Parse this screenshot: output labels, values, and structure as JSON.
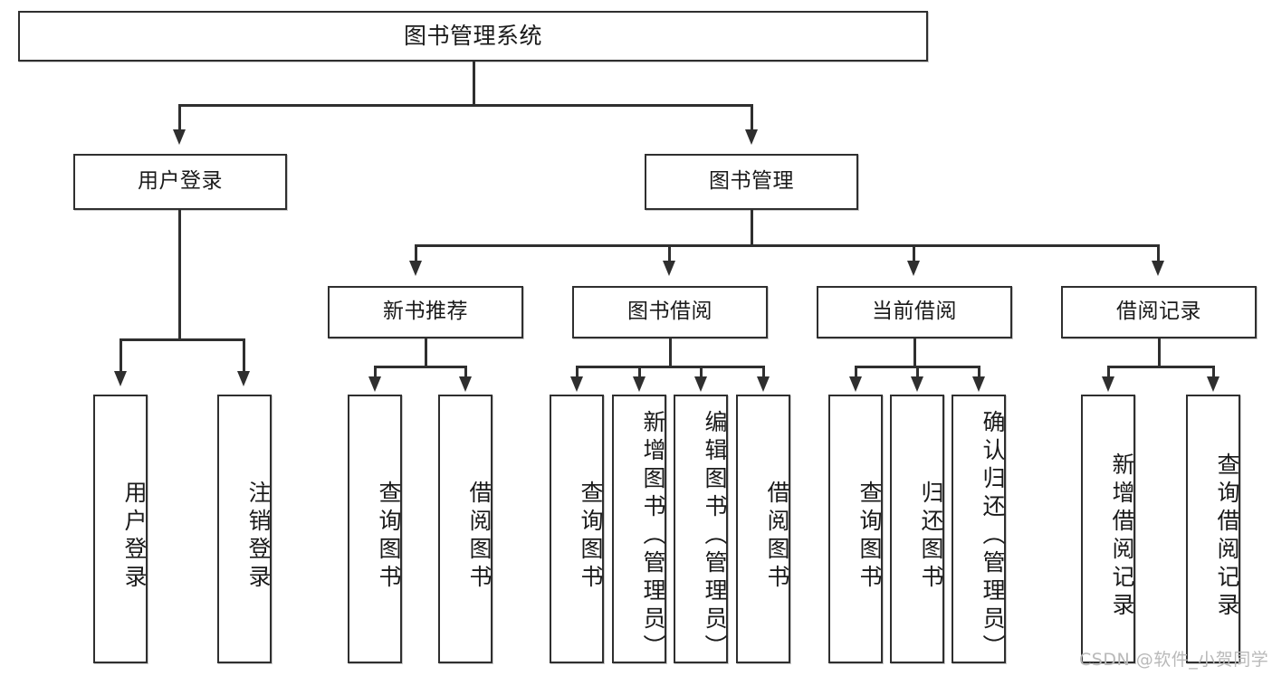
{
  "diagram": {
    "title": "图书管理系统",
    "watermark": "CSDN @软件_小贺同学",
    "root": {
      "label": "图书管理系统"
    },
    "level2": [
      {
        "label": "用户登录"
      },
      {
        "label": "图书管理"
      }
    ],
    "level3": [
      {
        "label": "新书推荐"
      },
      {
        "label": "图书借阅"
      },
      {
        "label": "当前借阅"
      },
      {
        "label": "借阅记录"
      }
    ],
    "leaves": {
      "user_login": [
        {
          "label": "用户登录"
        },
        {
          "label": "注销登录"
        }
      ],
      "new_book": [
        {
          "label": "查询图书"
        },
        {
          "label": "借阅图书"
        }
      ],
      "book_borrow": [
        {
          "label": "查询图书"
        },
        {
          "label": "新增图书（管理员）"
        },
        {
          "label": "编辑图书（管理员）"
        },
        {
          "label": "借阅图书"
        }
      ],
      "current_borrow": [
        {
          "label": "查询图书"
        },
        {
          "label": "归还图书"
        },
        {
          "label": "确认归还（管理员）"
        }
      ],
      "borrow_record": [
        {
          "label": "新增借阅记录"
        },
        {
          "label": "查询借阅记录"
        }
      ]
    },
    "colors": {
      "stroke": "#2f2f2f",
      "fill": "#ffffff",
      "text": "#1a1a1a",
      "watermark": "#b9b9b9"
    }
  }
}
